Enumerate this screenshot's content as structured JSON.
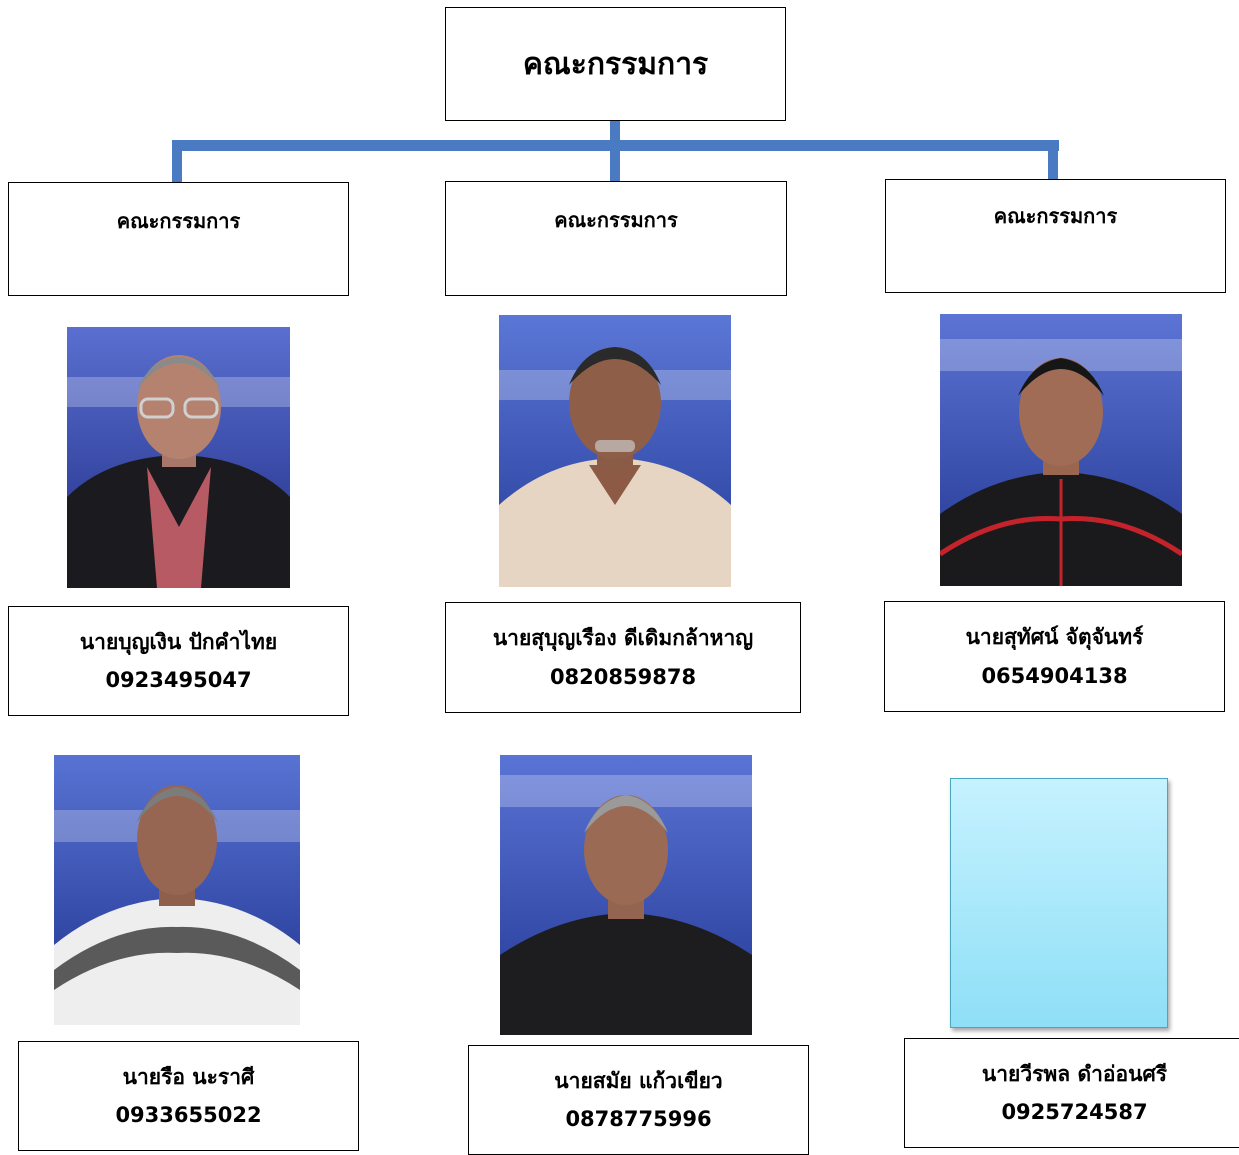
{
  "root": {
    "label": "คณะกรรมการ"
  },
  "groups": [
    {
      "label": "คณะกรรมการ"
    },
    {
      "label": "คณะกรรมการ"
    },
    {
      "label": "คณะกรรมการ"
    }
  ],
  "members": [
    {
      "name": "นายบุญเงิน  ปักคำไทย",
      "phone": "0923495047"
    },
    {
      "name": "นายสุบุญเรือง  ดีเดิมกล้าหาญ",
      "phone": "0820859878"
    },
    {
      "name": "นายสุทัศน์ จัตุจันทร์",
      "phone": "0654904138"
    },
    {
      "name": "นายรือ  นะราศี",
      "phone": "0933655022"
    },
    {
      "name": "นายสมัย  แก้วเขียว",
      "phone": "0878775996"
    },
    {
      "name": "นายวีรพล  ดำอ่อนศรี",
      "phone": "0925724587"
    }
  ],
  "colors": {
    "connector": "#4a7ac2",
    "photo_background": "#2a3f9c",
    "placeholder": "#a8e9fb"
  }
}
